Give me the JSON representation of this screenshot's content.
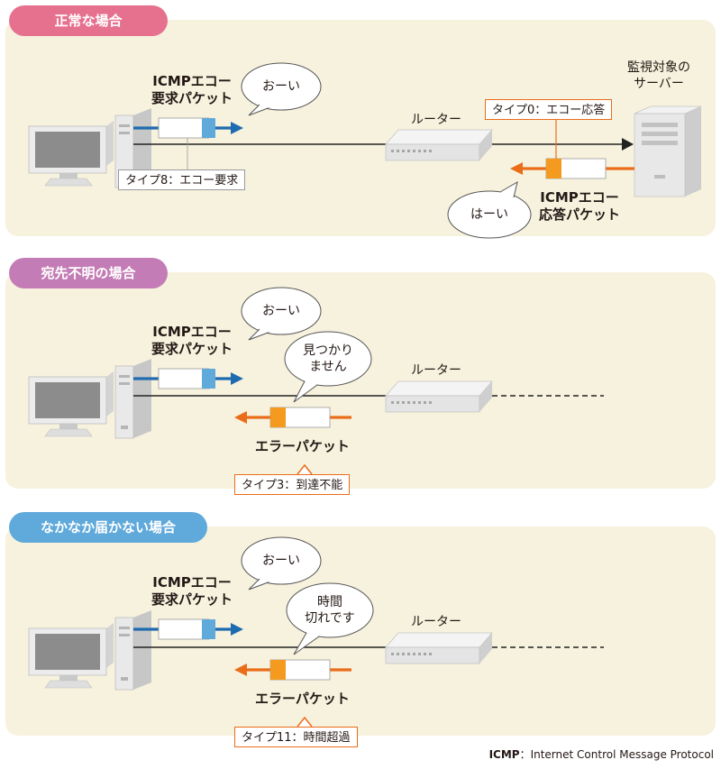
{
  "colors": {
    "panel_bg": "#f7f2de",
    "pill_normal": "#e6718f",
    "pill_unknown": "#c37cb5",
    "pill_slow": "#5fa9db",
    "request_blue": "#1f6bb0",
    "reply_orange": "#ea6d1a"
  },
  "normal": {
    "title": "正常な場合",
    "request_label": [
      "ICMPエコー",
      "要求パケット"
    ],
    "bubble_request": "おーい",
    "type_request": "タイプ8：エコー要求",
    "router_label": "ルーター",
    "server_label": [
      "監視対象の",
      "サーバー"
    ],
    "type_reply": "タイプ0：エコー応答",
    "reply_label": [
      "ICMPエコー",
      "応答パケット"
    ],
    "bubble_reply": "はーい"
  },
  "unknown": {
    "title": "宛先不明の場合",
    "request_label": [
      "ICMPエコー",
      "要求パケット"
    ],
    "bubble_request": "おーい",
    "bubble_error": [
      "見つかり",
      "ません"
    ],
    "router_label": "ルーター",
    "error_label": "エラーパケット",
    "type_error": "タイプ3：到達不能"
  },
  "slow": {
    "title": "なかなか届かない場合",
    "request_label": [
      "ICMPエコー",
      "要求パケット"
    ],
    "bubble_request": "おーい",
    "bubble_error": [
      "時間",
      "切れです"
    ],
    "router_label": "ルーター",
    "error_label": "エラーパケット",
    "type_error": "タイプ11：時間超過"
  },
  "footer": {
    "term": "ICMP",
    "definition": "：Internet Control Message Protocol"
  }
}
